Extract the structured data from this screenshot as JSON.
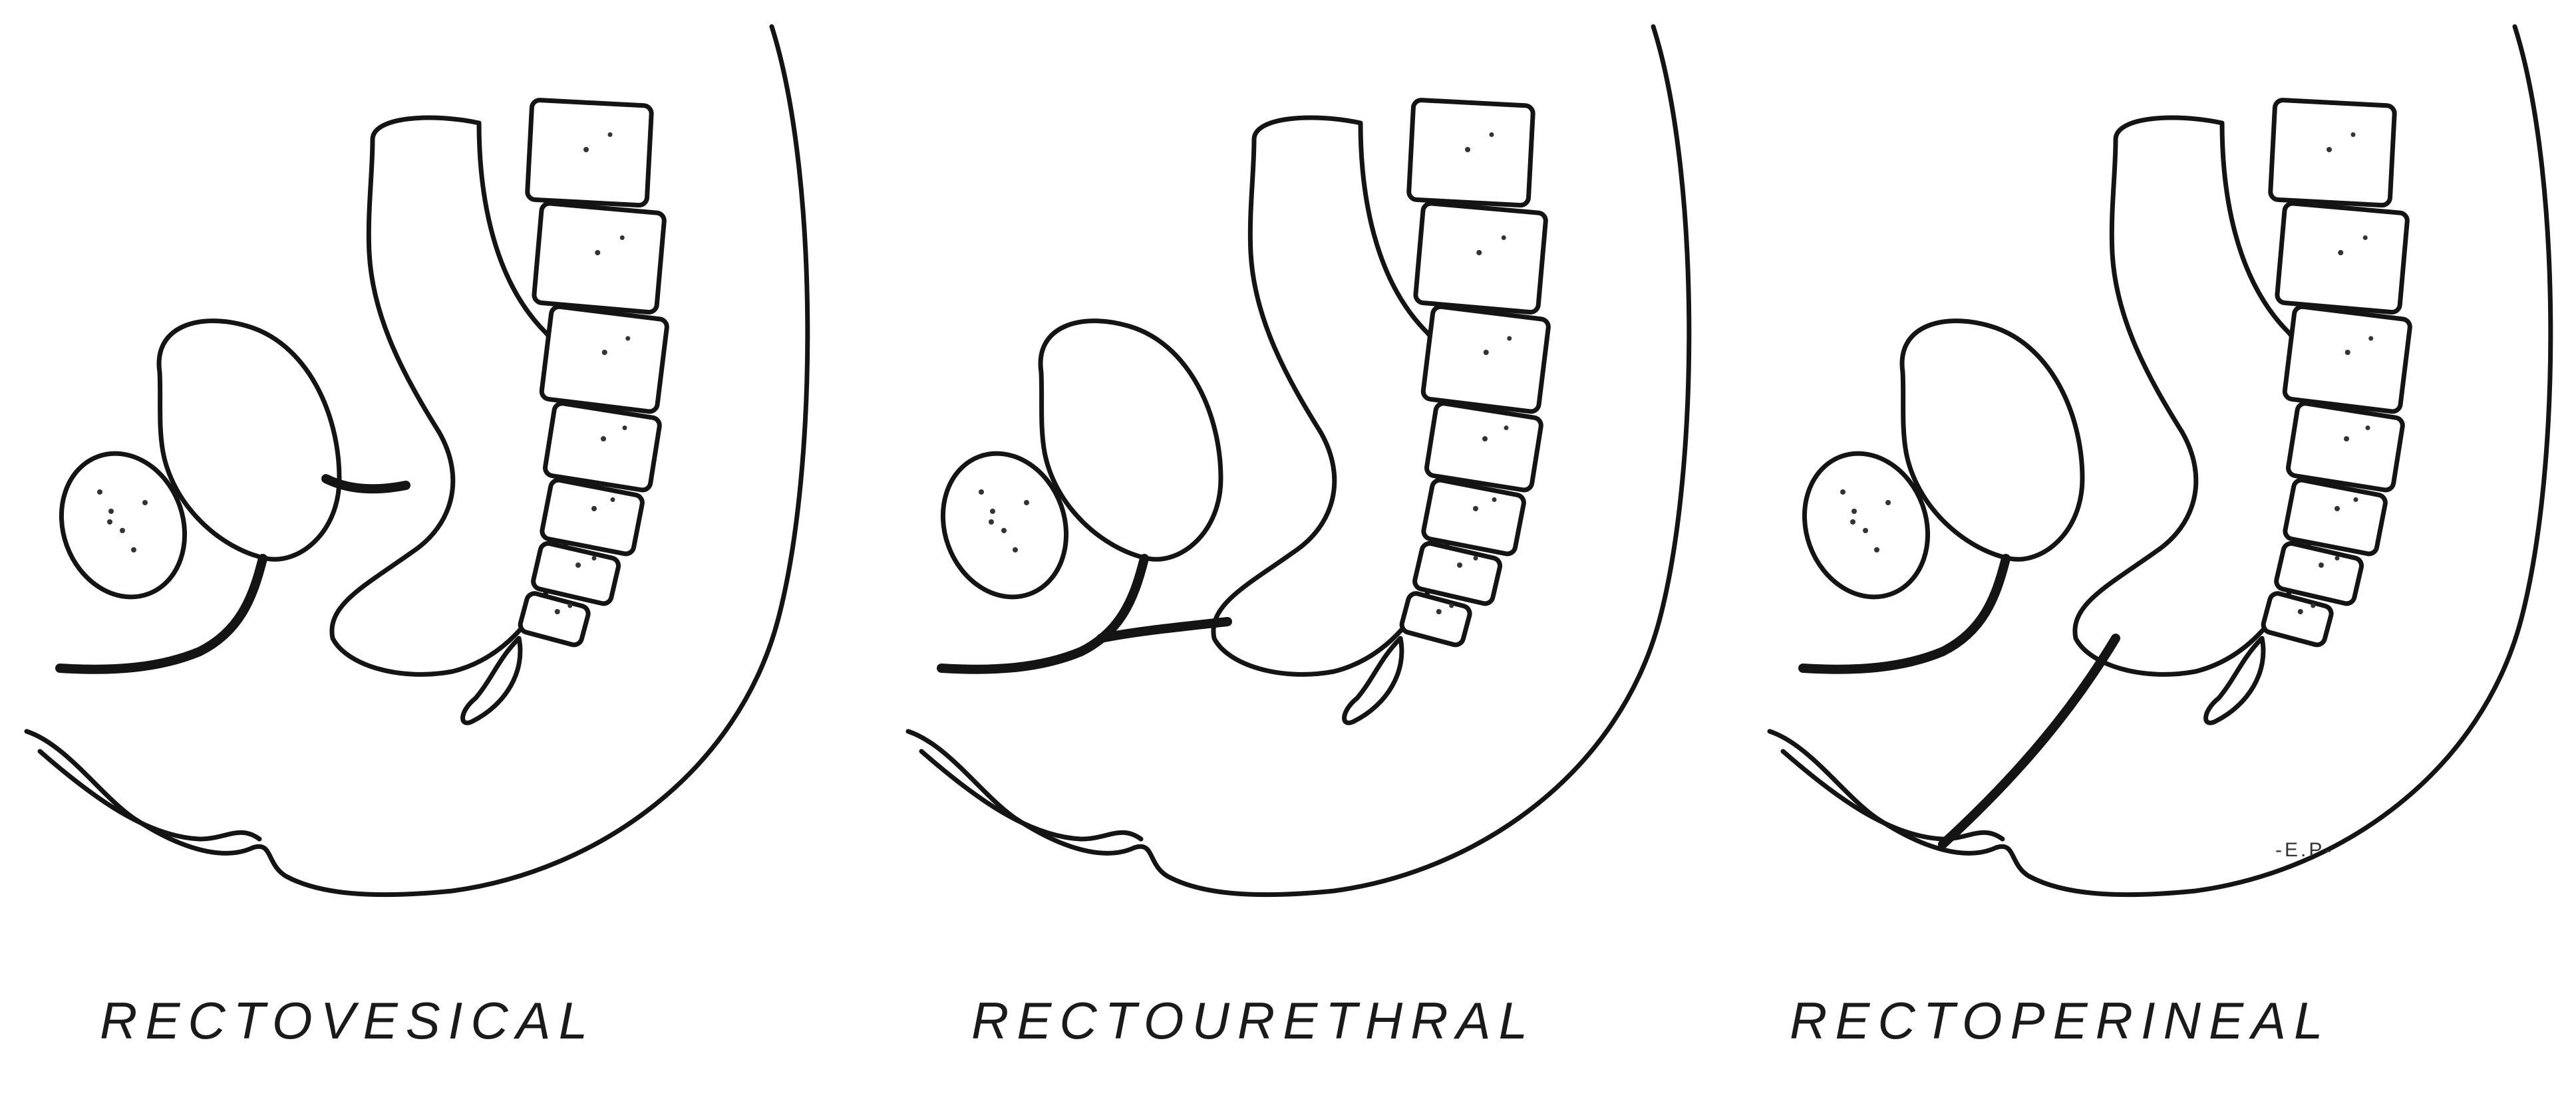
{
  "panels": [
    {
      "id": "rectovesical",
      "label": "RECTOVESICAL"
    },
    {
      "id": "rectourethral",
      "label": "RECTOURETHRAL"
    },
    {
      "id": "rectoperineal",
      "label": "RECTOPERINEAL"
    }
  ],
  "signature": "-E.P-"
}
